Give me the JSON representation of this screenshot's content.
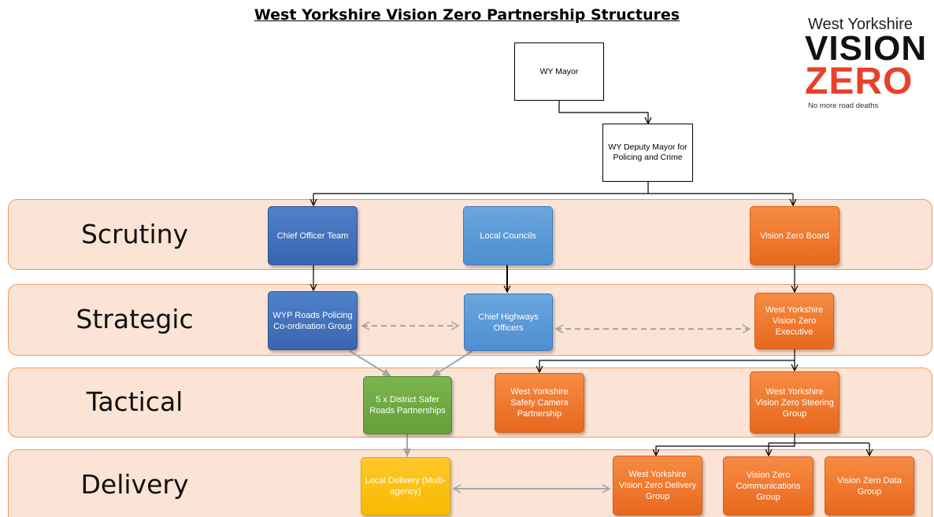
{
  "title": "West Yorkshire Vision Zero Partnership Structures",
  "logo": {
    "line1": "West Yorkshire",
    "line2": "VISION",
    "line3": "ZERO",
    "tagline": "No more road deaths"
  },
  "bands": {
    "scrutiny": "Scrutiny",
    "strategic": "Strategic",
    "tactical": "Tactical",
    "delivery": "Delivery"
  },
  "boxes": {
    "wy_mayor": "WY Mayor",
    "deputy_mayor": "WY Deputy Mayor for Policing and Crime",
    "chief_officer_team": "Chief Officer Team",
    "local_councils": "Local Councils",
    "vision_zero_board": "Vision Zero Board",
    "wyp_roads_policing": "WYP Roads Policing Co-ordination Group",
    "chief_highways": "Chief Highways Officers",
    "vz_executive": "West Yorkshire Vision Zero Executive",
    "district_partnerships": "5 x District Safer Roads Partnerships",
    "safety_camera": "West Yorkshire Safety Camera Partnership",
    "steering_group": "West Yorkshire Vision Zero Steering Group",
    "local_delivery": "Local Delivery (Multi-agency)",
    "delivery_group": "West Yorkshire Vision Zero Delivery Group",
    "communications_group": "Vision Zero Communications Group",
    "data_group": "Vision Zero Data Group"
  },
  "colors": {
    "band_fill": "#fbe4d5",
    "band_border": "#f19a5c",
    "dark_blue": "#4472c4",
    "light_blue": "#5b9bd5",
    "orange": "#ed7d31",
    "green": "#70ad47",
    "yellow": "#ffc000",
    "logo_red": "#e8412b"
  }
}
